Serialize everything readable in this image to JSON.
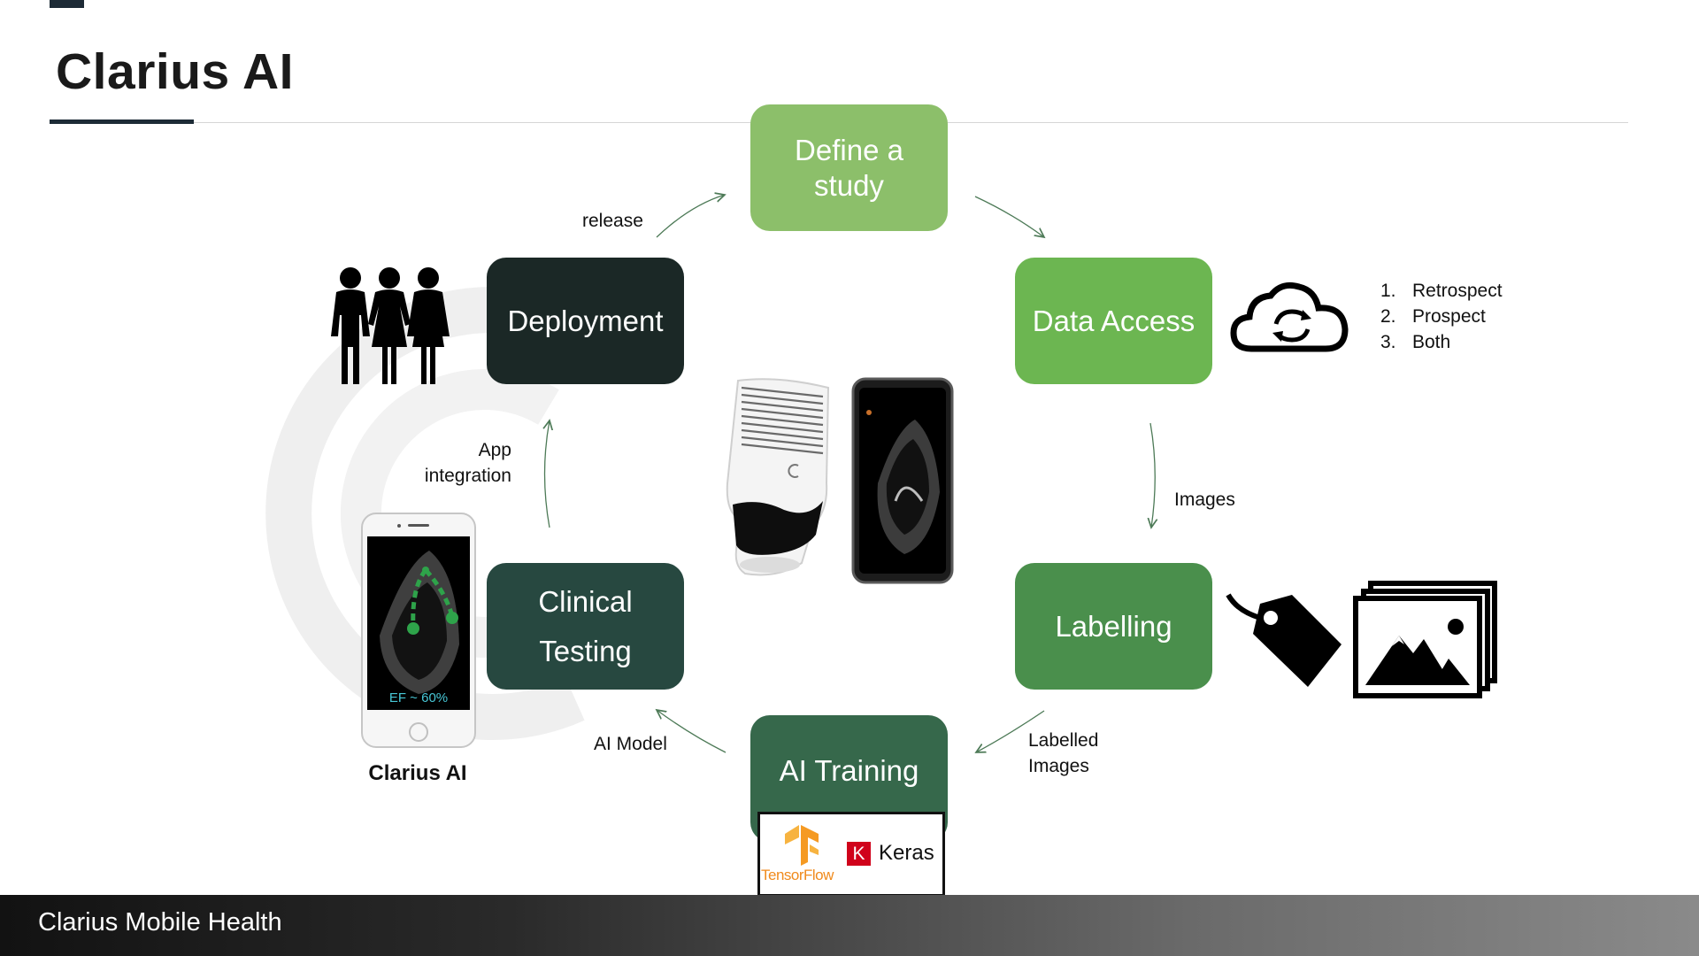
{
  "header": {
    "title": "Clarius AI"
  },
  "steps": {
    "define": {
      "label": "Define a\nstudy",
      "color": "#8cbf6a"
    },
    "data_access": {
      "label": "Data Access",
      "color": "#6cb651"
    },
    "labelling": {
      "label": "Labelling",
      "color": "#4a8f4c"
    },
    "ai_training": {
      "label": "AI Training",
      "color": "#36684b"
    },
    "clinical_testing": {
      "label": "Clinical\nTesting",
      "color": "#274840"
    },
    "deployment": {
      "label": "Deployment",
      "color": "#1b2826"
    }
  },
  "edge_labels": {
    "release": "release",
    "images": "Images",
    "labelled_images": "Labelled\nImages",
    "ai_model": "AI Model",
    "app_integration": "App\nintegration"
  },
  "data_sources": [
    "Retrospect",
    "Prospect",
    "Both"
  ],
  "phone": {
    "readout": "EF ~ 60%",
    "caption": "Clarius AI"
  },
  "frameworks": {
    "tensorflow": "TensorFlow",
    "keras_mark": "K",
    "keras": "Keras"
  },
  "footer": {
    "text": "Clarius Mobile Health"
  },
  "icons": [
    "people-icon",
    "cloud-sync-icon",
    "tag-icon",
    "image-gallery-icon",
    "ultrasound-scanner-image",
    "smartphone-image",
    "tensorflow-logo",
    "keras-logo"
  ]
}
